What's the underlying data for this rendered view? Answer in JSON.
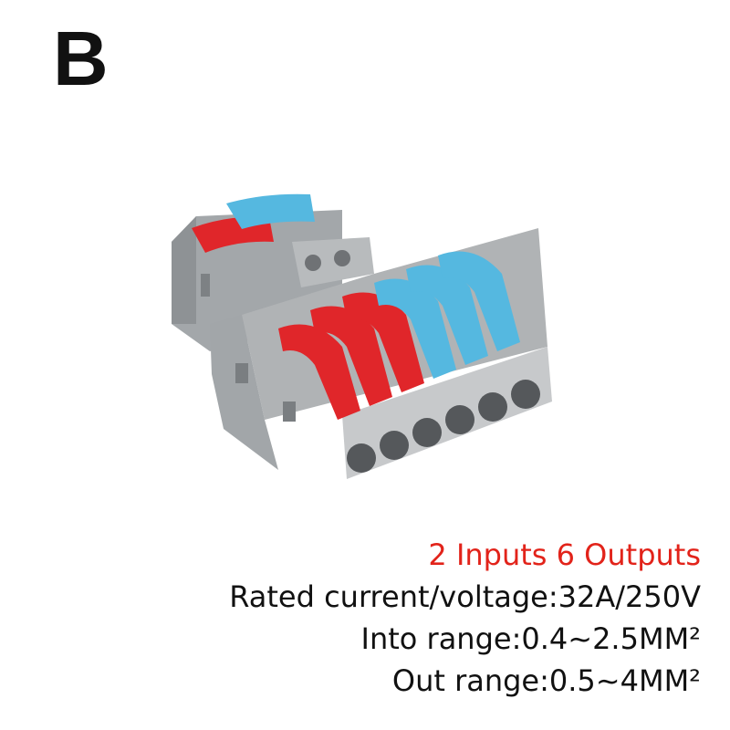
{
  "variant_letter": "B",
  "product": {
    "name": "wire-connector",
    "input_levers": {
      "count": 2,
      "colors": [
        "#e0262a",
        "#55b8e0"
      ]
    },
    "output_levers": {
      "count": 6,
      "colors": [
        "#e0262a",
        "#e0262a",
        "#e0262a",
        "#55b8e0",
        "#55b8e0",
        "#55b8e0"
      ]
    },
    "body_color": "#9fa3a6"
  },
  "specs": {
    "headline": "2 Inputs 6 Outputs",
    "rated": "Rated current/voltage:32A/250V",
    "into_range": "Into range:0.4~2.5MM²",
    "out_range": "Out range:0.5~4MM²"
  }
}
